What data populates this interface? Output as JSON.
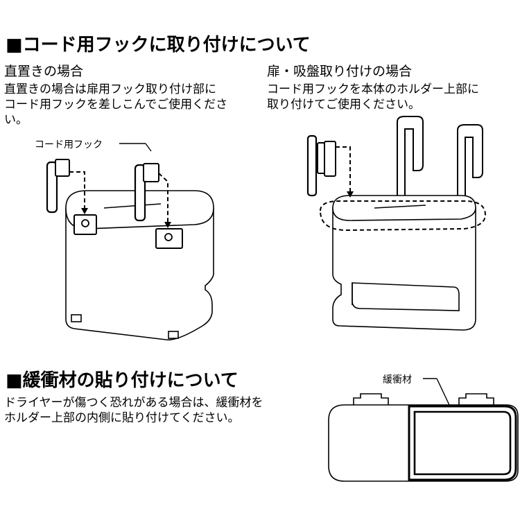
{
  "sections": {
    "cord_hook": {
      "heading": "■コード用フックに取り付けについて",
      "left": {
        "title": "直置きの場合",
        "lines": [
          "直置きの場合は扉用フック取り付け部に",
          "コード用フックを差しこんでご使用くださ",
          "い。"
        ],
        "callout": "コード用フック"
      },
      "right": {
        "title": "扉・吸盤取り付けの場合",
        "lines": [
          "コード用フックを本体のホルダー上部に",
          "取り付けてご使用ください。"
        ]
      }
    },
    "cushion": {
      "heading": "■緩衝材の貼り付けについて",
      "lines": [
        "ドライヤーが傷つく恐れがある場合は、緩衝材を",
        "ホルダー上部の内側に貼り付けてください。"
      ],
      "callout": "緩衝材"
    }
  }
}
